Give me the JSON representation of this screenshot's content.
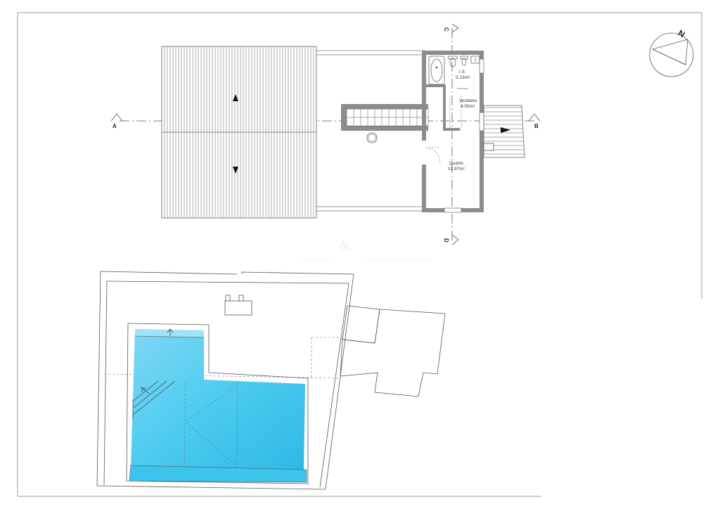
{
  "rooms": {
    "is": {
      "name": "I.S",
      "area": "5.13m²"
    },
    "vestiario": {
      "name": "Vestiário",
      "area": "4.05m²"
    },
    "quarto": {
      "name": "Quarto",
      "area": "12.97m²"
    }
  },
  "sections": {
    "a": "A",
    "b": "B",
    "c": "C",
    "d": "D"
  },
  "north": "N",
  "watermark": "&",
  "colors": {
    "pool": "#3cc4ec",
    "pool_light": "#9ee3f7",
    "wall": "#8c8c8c",
    "line": "#555555"
  }
}
